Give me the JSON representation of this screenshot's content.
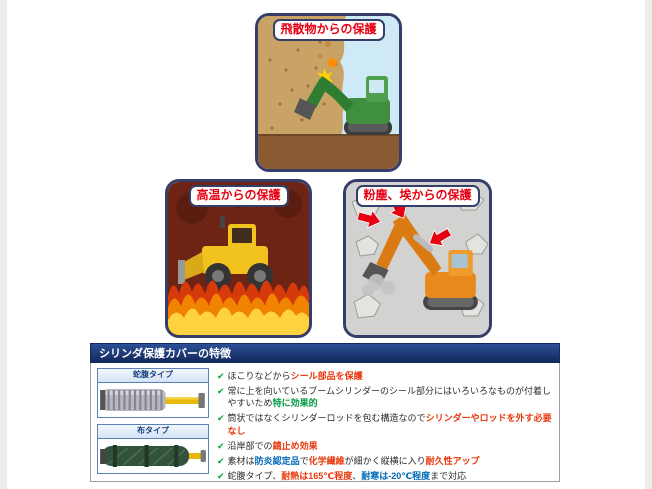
{
  "theme": {
    "title-red": "#e60012",
    "panel-border": "#353e68",
    "header-bg-top": "#2c4f96",
    "header-bg-bottom": "#14295c",
    "check-green": "#00a73c",
    "product-border": "#5b82b5",
    "product-label-color": "#17407e"
  },
  "panels": [
    {
      "id": "debris",
      "title": "飛散物からの保護"
    },
    {
      "id": "heat",
      "title": "高温からの保護"
    },
    {
      "id": "dust",
      "title": "粉塵、埃からの保護"
    }
  ],
  "features": {
    "header": "シリンダ保護カバーの特徴",
    "check_glyph": "✔",
    "colors": {
      "k": "#2b2b2b",
      "r": "#e8380d",
      "g": "#009944",
      "b": "#0068b7"
    },
    "products": [
      {
        "id": "bellows",
        "label": "蛇腹タイプ"
      },
      {
        "id": "cloth",
        "label": "布タイプ"
      }
    ],
    "bullets": [
      [
        {
          "t": "ほこりなどから",
          "c": "k"
        },
        {
          "t": "シール部品を保護",
          "c": "r"
        }
      ],
      [
        {
          "t": "常に上を向いているブームシリンダーのシール部分にはいろいろなものが付着しやすいため",
          "c": "k"
        },
        {
          "t": "特に効果的",
          "c": "g"
        }
      ],
      [
        {
          "t": "筒状ではなくシリンダーロッドを包む構造なので",
          "c": "k"
        },
        {
          "t": "シリンダーやロッドを外す必要なし",
          "c": "r"
        }
      ],
      [
        {
          "t": "沿岸部での",
          "c": "k"
        },
        {
          "t": "錆止め効果",
          "c": "r"
        }
      ],
      [
        {
          "t": "素材は",
          "c": "k"
        },
        {
          "t": "防炎認定品",
          "c": "b"
        },
        {
          "t": "で",
          "c": "k"
        },
        {
          "t": "化学繊維",
          "c": "r"
        },
        {
          "t": "が細かく縦横に入り",
          "c": "k"
        },
        {
          "t": "耐久性アップ",
          "c": "r"
        }
      ],
      [
        {
          "t": "蛇腹タイプ、",
          "c": "k"
        },
        {
          "t": "耐熱は165℃程度",
          "c": "r"
        },
        {
          "t": "、",
          "c": "k"
        },
        {
          "t": "耐寒は-20℃程度",
          "c": "b"
        },
        {
          "t": "まで対応",
          "c": "k"
        }
      ]
    ]
  }
}
